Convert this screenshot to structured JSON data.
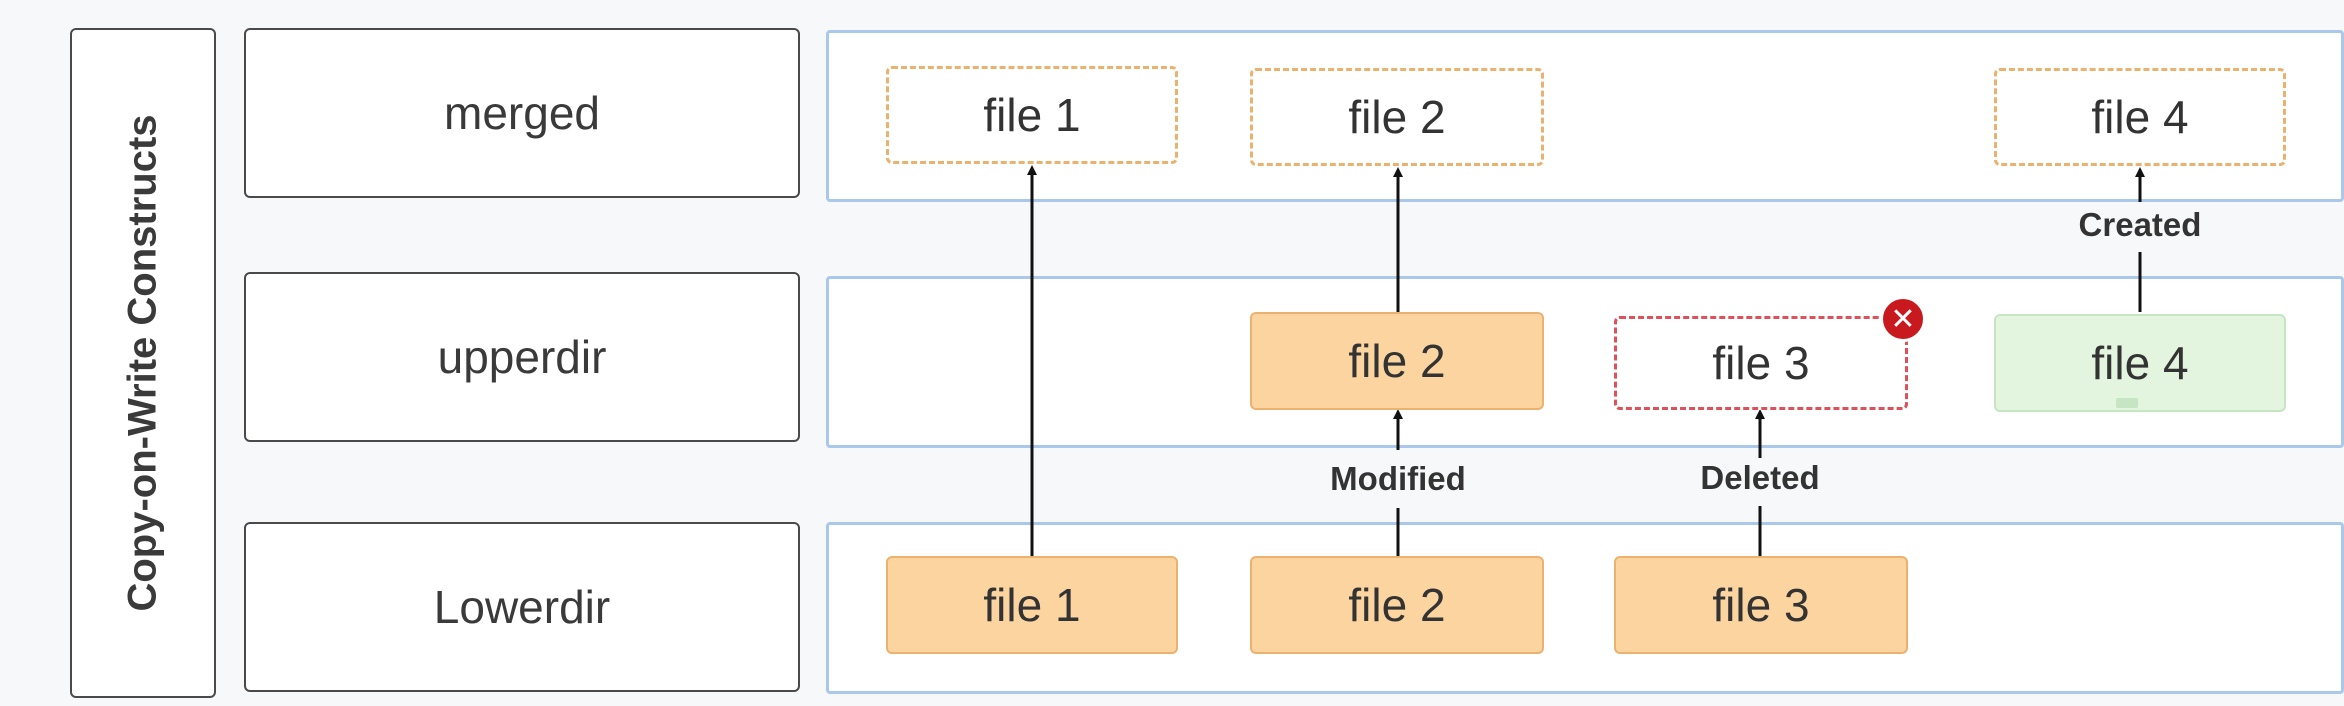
{
  "side_title": "Copy-on-Write Constructs",
  "layers": {
    "merged": "merged",
    "upperdir": "upperdir",
    "lowerdir": "Lowerdir"
  },
  "merged_files": {
    "file1": "file 1",
    "file2": "file 2",
    "file4": "file 4"
  },
  "upper_files": {
    "file2": "file 2",
    "file3": "file 3",
    "file4": "file 4"
  },
  "lower_files": {
    "file1": "file 1",
    "file2": "file 2",
    "file3": "file 3"
  },
  "operations": {
    "modified": "Modified",
    "deleted": "Deleted",
    "created": "Created"
  },
  "delete_icon": "x-circle-icon",
  "colors": {
    "file_fill": "#fcd49f",
    "file_border": "#eab26e",
    "deleted_border": "#e0505a",
    "created_fill": "#e3f5df",
    "lane_border": "#a9c8ec",
    "delete_badge": "#c8191f"
  }
}
